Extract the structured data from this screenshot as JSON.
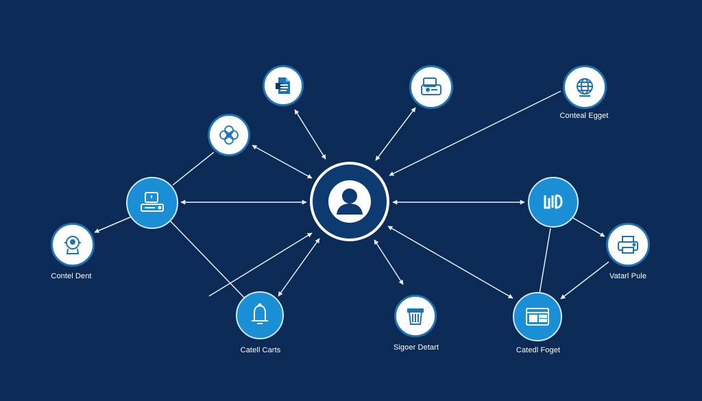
{
  "colors": {
    "background": "#0b2a55",
    "hub_fill": "#0e3a72",
    "accent_blue": "#1a8fd6",
    "icon_blue": "#1e73b5",
    "connector": "#e6eef8"
  },
  "diagram": {
    "hub": {
      "icon": "user-avatar-icon"
    },
    "nodes": [
      {
        "id": "document",
        "icon": "document-icon",
        "style": "white",
        "label": ""
      },
      {
        "id": "device",
        "icon": "device-icon",
        "style": "white",
        "label": ""
      },
      {
        "id": "globe",
        "icon": "globe-icon",
        "style": "white",
        "label": "Conteal Egget"
      },
      {
        "id": "flower",
        "icon": "flower-icon",
        "style": "white",
        "label": ""
      },
      {
        "id": "computer",
        "icon": "computer-icon",
        "style": "blue",
        "label": ""
      },
      {
        "id": "robot",
        "icon": "robot-icon",
        "style": "white",
        "label": "Contel Dent"
      },
      {
        "id": "bell",
        "icon": "bell-icon",
        "style": "blue",
        "label": "Catell Carts"
      },
      {
        "id": "trash",
        "icon": "trash-icon",
        "style": "white",
        "label": "Sigoer Detart"
      },
      {
        "id": "data",
        "icon": "data-chart-icon",
        "style": "blue",
        "label": ""
      },
      {
        "id": "printer",
        "icon": "printer-icon",
        "style": "white",
        "label": "Vatarl Pule"
      },
      {
        "id": "browser",
        "icon": "browser-window-icon",
        "style": "blue",
        "label": "Catedl Foget"
      }
    ]
  }
}
